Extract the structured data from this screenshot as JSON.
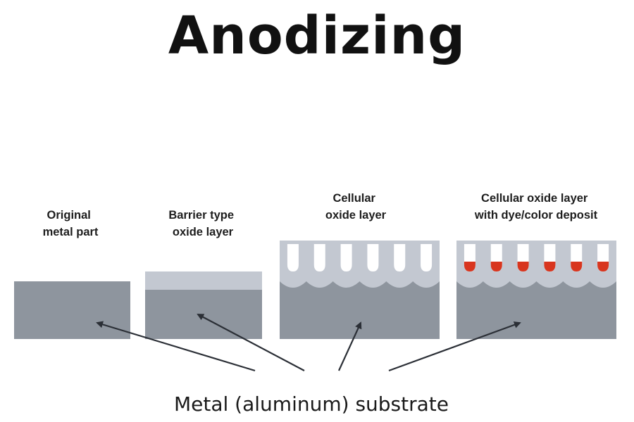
{
  "title": "Anodizing",
  "stages": [
    {
      "line1": "Original",
      "line2": "metal part"
    },
    {
      "line1": "Barrier type",
      "line2": "oxide layer"
    },
    {
      "line1": "Cellular",
      "line2": "oxide layer"
    },
    {
      "line1": "Cellular oxide layer",
      "line2": "with dye/color deposit"
    }
  ],
  "substrate_label": "Metal (aluminum) substrate",
  "colors": {
    "metal": "#8e959e",
    "oxide": "#c3c8d1",
    "dye": "#d8351e",
    "arrow": "#2b2f36",
    "text": "#1d1d1d"
  }
}
